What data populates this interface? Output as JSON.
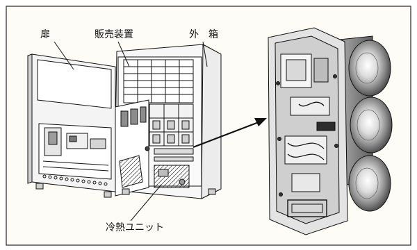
{
  "labels": {
    "door": "扉",
    "vending_unit": "販売装置",
    "outer_box": "外　箱",
    "cooling_heating_unit": "冷熱ユニット"
  },
  "colors": {
    "frame_bg": "#fdfcf6",
    "frame_border": "#222222",
    "line": "#111111",
    "metal_light": "#e6e6e6",
    "metal_mid": "#b5b5b5",
    "metal_dark": "#5a5a5a"
  }
}
